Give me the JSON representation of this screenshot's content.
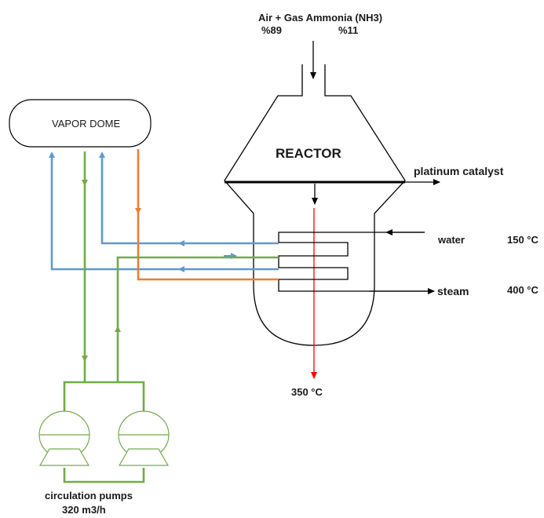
{
  "feed": {
    "title": "Air + Gas Ammonia (NH3)",
    "air_pct": "%89",
    "ammonia_pct": "%11"
  },
  "vapor_dome": {
    "label": "VAPOR DOME"
  },
  "reactor": {
    "label": "REACTOR",
    "catalyst": "platinum catalyst",
    "outlet_temp": "350 °C"
  },
  "coil": {
    "water_label": "water",
    "water_temp": "150 °C",
    "steam_label": "steam",
    "steam_temp": "400 °C"
  },
  "pumps": {
    "label": "circulation pumps",
    "flow": "320 m3/h"
  },
  "colors": {
    "water_line": "#5b9bd5",
    "circulation_line": "#70ad47",
    "steam_line": "#ed7d31",
    "outlet_arrow": "#ff0000",
    "ink": "#000000"
  }
}
